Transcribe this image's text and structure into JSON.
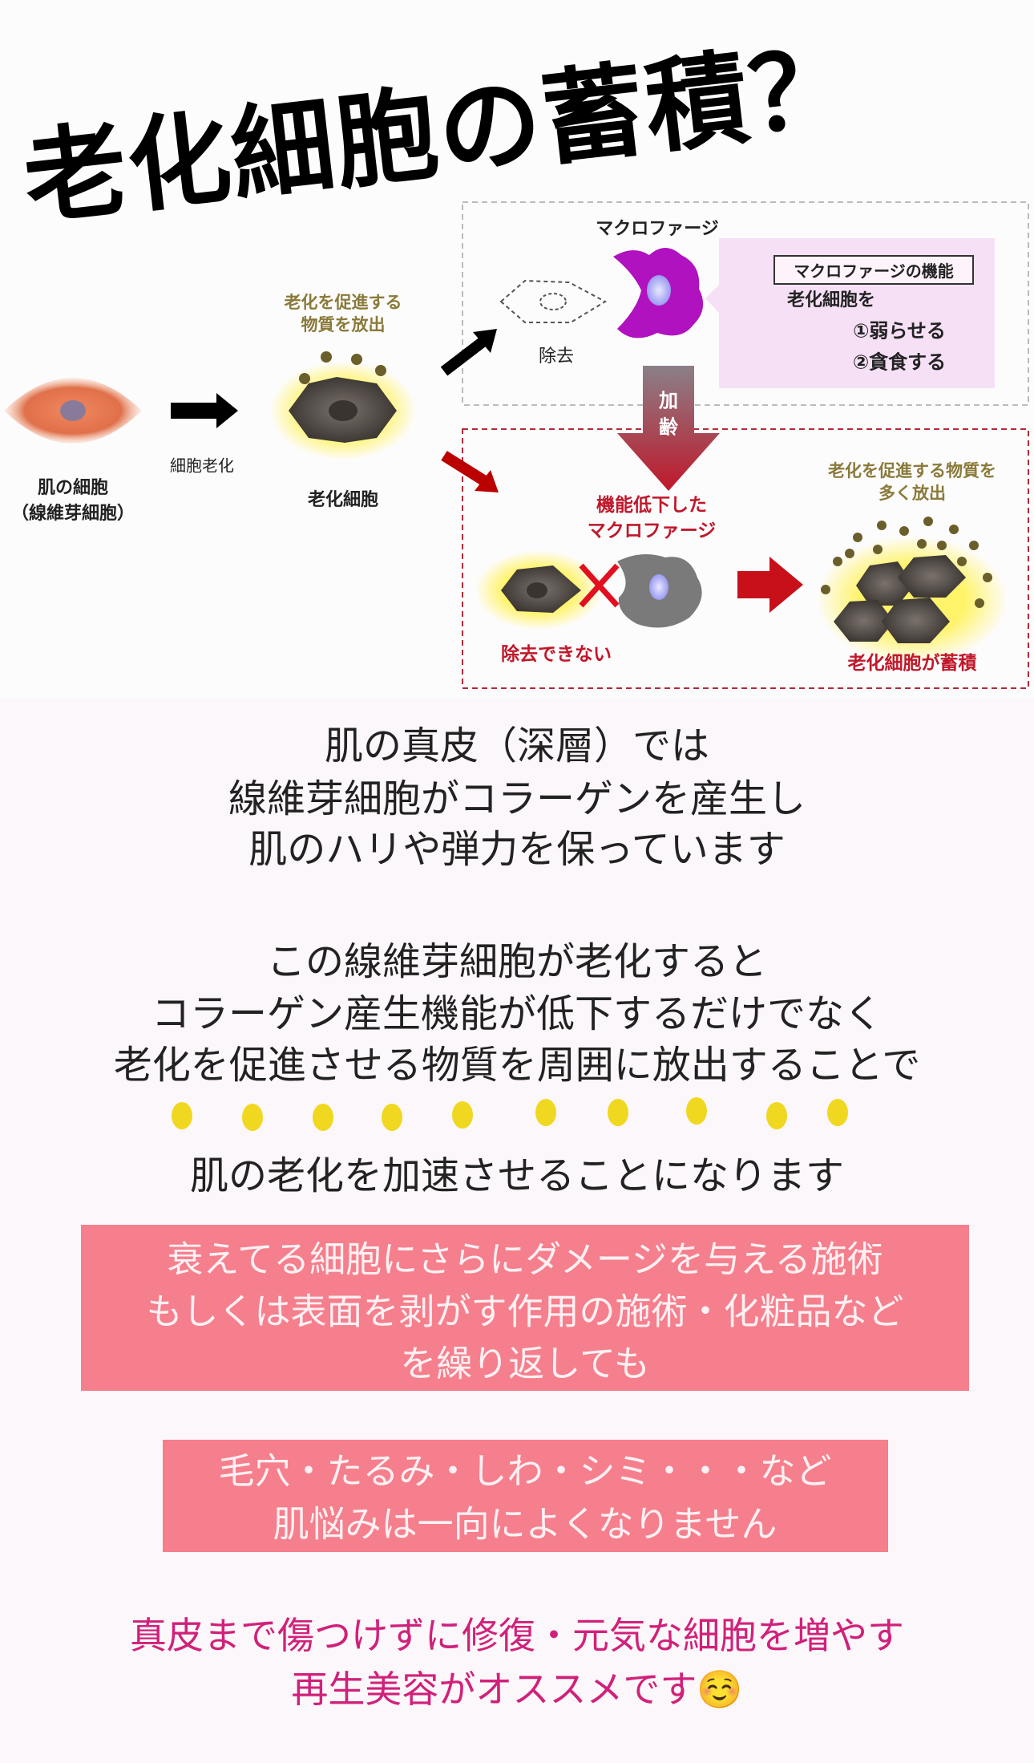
{
  "title": "老化細胞の蓄積？",
  "diagram": {
    "skin_cell_label_1": "肌の細胞",
    "skin_cell_label_2": "（線維芽細胞）",
    "arrow_label": "細胞老化",
    "release_label_1": "老化を促進する",
    "release_label_2": "物質を放出",
    "senescent_cell_label": "老化細胞",
    "macrophage_label": "マクロファージ",
    "removal_label": "除去",
    "function_box": {
      "title": "マクロファージの機能",
      "subject": "老化細胞を",
      "item1": "①弱らせる",
      "item2": "②貪食する"
    },
    "aging_arrow_1": "加",
    "aging_arrow_2": "齢",
    "weak_macrophage_1": "機能低下した",
    "weak_macrophage_2": "マクロファージ",
    "cannot_remove": "除去できない",
    "release_more_1": "老化を促進する物質を",
    "release_more_2": "多く放出",
    "accumulation": "老化細胞が蓄積",
    "colors": {
      "accent_red": "#c0182a",
      "macrophage": "#b012c0",
      "gold": "#8a7a3a"
    }
  },
  "body": {
    "para1": [
      "肌の真皮（深層）では",
      "線維芽細胞がコラーゲンを産生し",
      "肌のハリや弾力を保っています"
    ],
    "para2": [
      "この線維芽細胞が老化すると",
      "コラーゲン産生機能が低下するだけでなく",
      "老化を促進させる物質を周囲に放出することで"
    ],
    "para3": "肌の老化を加速させることになります"
  },
  "box1": [
    "衰えてる細胞にさらにダメージを与える施術",
    "もしくは表面を剥がす作用の施術・化粧品など",
    "を繰り返しても"
  ],
  "box2": [
    "毛穴・たるみ・しわ・シミ・・・など",
    "肌悩みは一向によくなりません"
  ],
  "closing": [
    "真皮まで傷つけずに修復・元気な細胞を増やす",
    "再生美容がオススメです"
  ],
  "closing_emoji": "☺️"
}
